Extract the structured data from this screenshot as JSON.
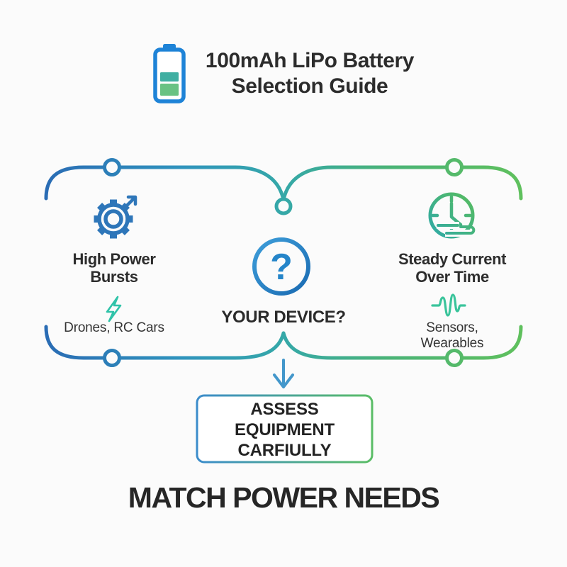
{
  "header": {
    "title_line1": "100mAh LiPo Battery",
    "title_line2": "Selection Guide",
    "icon": "battery-icon"
  },
  "diagram": {
    "center": {
      "question_symbol": "?",
      "label": "YOUR DEVICE?",
      "icon": "question-circle-icon"
    },
    "left_branch": {
      "title_line1": "High Power",
      "title_line2": "Bursts",
      "examples": "Drones, RC Cars",
      "title_icon": "gear-burst-icon",
      "examples_icon": "lightning-icon"
    },
    "right_branch": {
      "title_line1": "Steady Current",
      "title_line2": "Over Time",
      "examples": "Sensors, Wearables",
      "title_icon": "clock-icon",
      "examples_icon": "waveform-icon"
    },
    "outcome": {
      "line1": "ASSESS",
      "line2": "EQUIPMENT",
      "line3": "CARFIULLY"
    },
    "arrow_icon": "down-arrow-icon"
  },
  "footer": {
    "title": "MATCH POWER NEEDS"
  },
  "colors": {
    "background": "#fbfbfb",
    "line_blue": "#2a6cb4",
    "line_teal": "#35a8a8",
    "line_green": "#5fc05d",
    "gear_blue": "#2e76b9",
    "question_blue": "#2585c9",
    "arrow_blue": "#4397cb",
    "lightning_teal": "#2fc3a9",
    "waveform_green": "#3ac49b",
    "battery_blue": "#1e83d7",
    "battery_teal": "#40afa2",
    "battery_green": "#69c283",
    "text_dark": "#2c2c2c"
  }
}
